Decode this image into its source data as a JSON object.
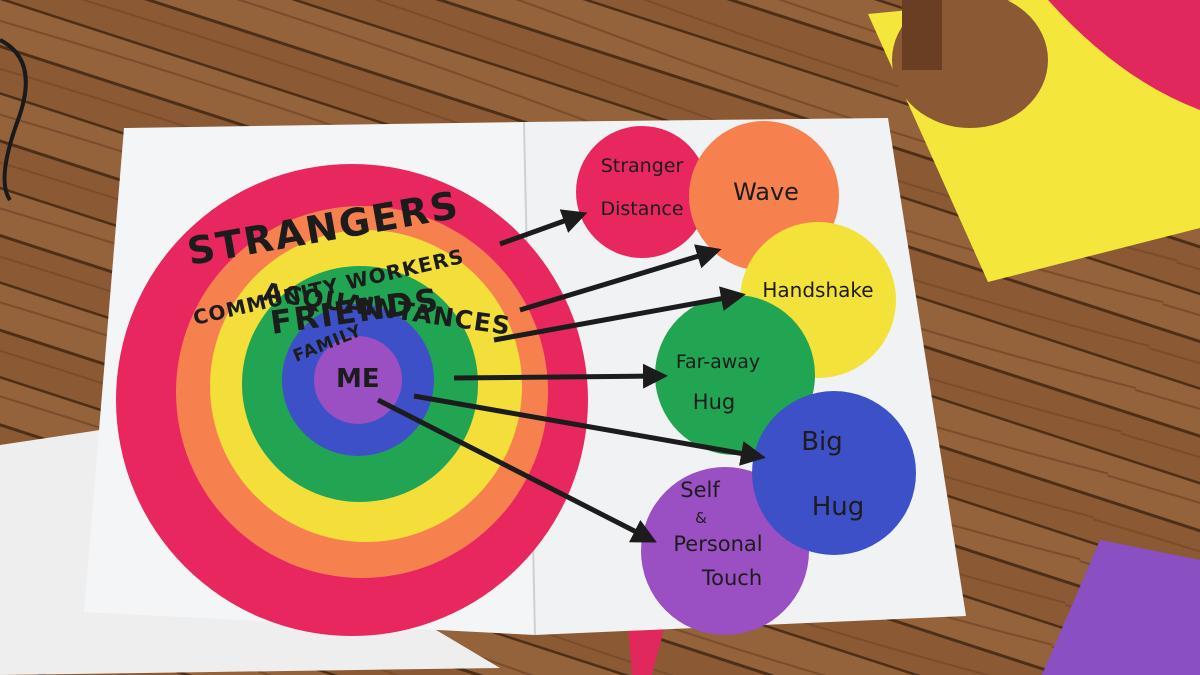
{
  "poster": {
    "rings": [
      {
        "label": "STRANGERS",
        "color": "#e8275f"
      },
      {
        "label": "COMMUNITY WORKERS",
        "color": "#f6814f"
      },
      {
        "label": "ACQUAINTANCES",
        "color": "#f3de3a"
      },
      {
        "label": "FRIENDS",
        "color": "#22a552"
      },
      {
        "label": "FAMILY",
        "color": "#3d50c7"
      },
      {
        "label": "ME",
        "color": "#9a4fc2"
      }
    ],
    "circles": [
      {
        "line1": "Stranger",
        "line2": "Distance",
        "color": "#e8275f"
      },
      {
        "line1": "Wave",
        "color": "#f6814f"
      },
      {
        "line1": "Handshake",
        "color": "#f3e23a"
      },
      {
        "line1": "Far-away",
        "line2": "Hug",
        "color": "#22a552"
      },
      {
        "line1": "Big",
        "line2": "Hug",
        "color": "#3d50c7"
      },
      {
        "line1": "Self",
        "line2": "&",
        "line3": "Personal",
        "line4": "Touch",
        "color": "#9a4fc2"
      }
    ]
  }
}
